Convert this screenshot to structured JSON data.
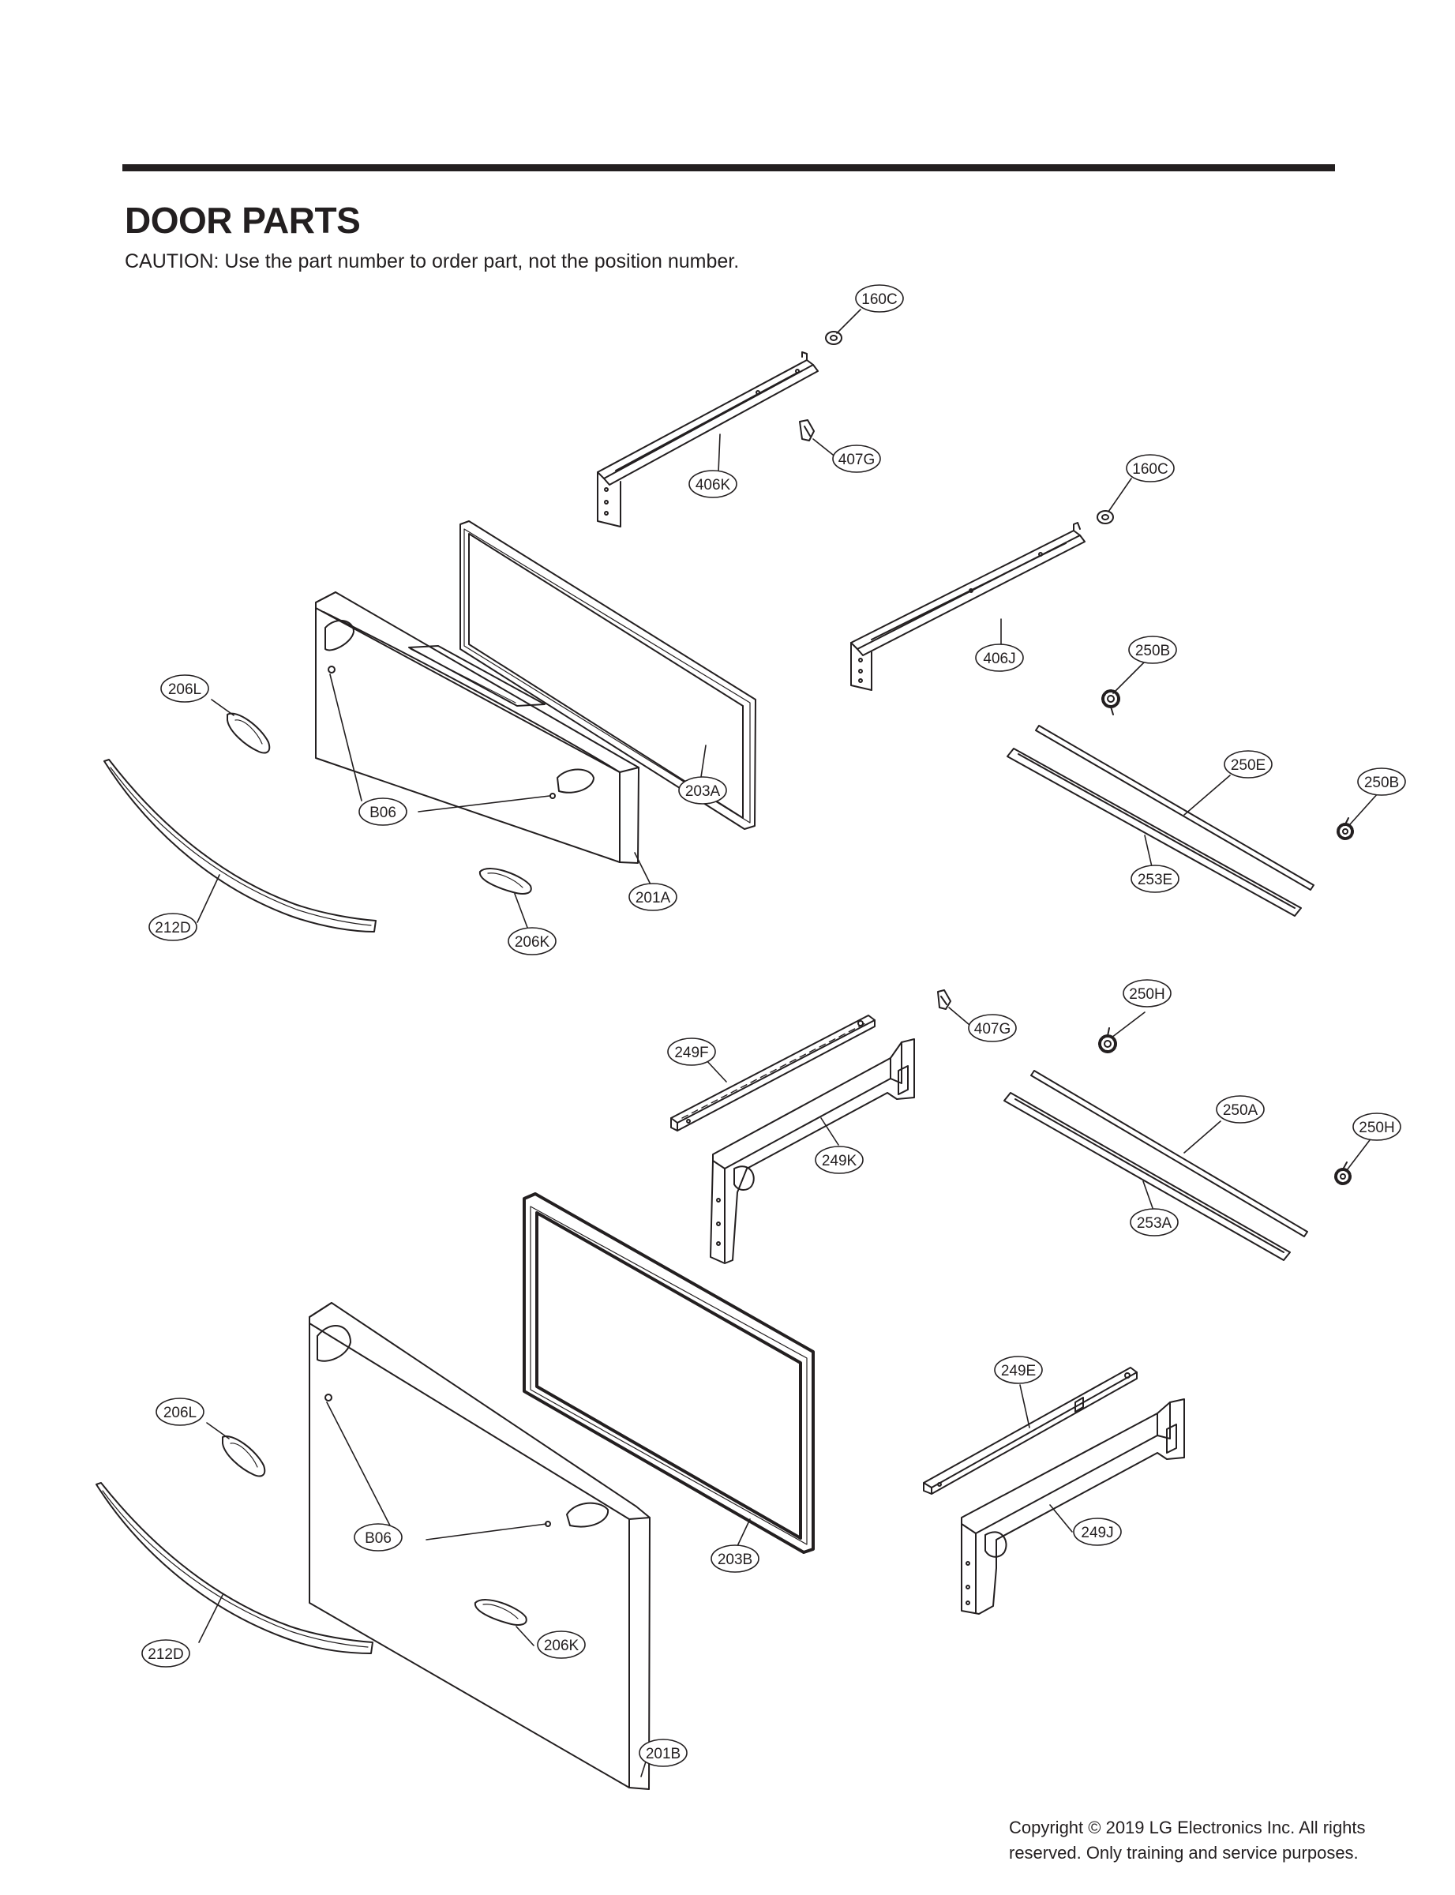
{
  "header": {
    "title": "DOOR PARTS",
    "caution": "CAUTION: Use the part number to order part, not the position number."
  },
  "callouts": [
    {
      "id": "c-160c-a",
      "label": "160C"
    },
    {
      "id": "c-407g-a",
      "label": "407G"
    },
    {
      "id": "c-406k",
      "label": "406K"
    },
    {
      "id": "c-160c-b",
      "label": "160C"
    },
    {
      "id": "c-406j",
      "label": "406J"
    },
    {
      "id": "c-250b-a",
      "label": "250B"
    },
    {
      "id": "c-250e",
      "label": "250E"
    },
    {
      "id": "c-250b-b",
      "label": "250B"
    },
    {
      "id": "c-253e",
      "label": "253E"
    },
    {
      "id": "c-206l-a",
      "label": "206L"
    },
    {
      "id": "c-b06-a",
      "label": "B06"
    },
    {
      "id": "c-203a",
      "label": "203A"
    },
    {
      "id": "c-201a",
      "label": "201A"
    },
    {
      "id": "c-212d-a",
      "label": "212D"
    },
    {
      "id": "c-206k-a",
      "label": "206K"
    },
    {
      "id": "c-407g-b",
      "label": "407G"
    },
    {
      "id": "c-250h-a",
      "label": "250H"
    },
    {
      "id": "c-249f",
      "label": "249F"
    },
    {
      "id": "c-249k",
      "label": "249K"
    },
    {
      "id": "c-250a",
      "label": "250A"
    },
    {
      "id": "c-250h-b",
      "label": "250H"
    },
    {
      "id": "c-253a",
      "label": "253A"
    },
    {
      "id": "c-249e",
      "label": "249E"
    },
    {
      "id": "c-206l-b",
      "label": "206L"
    },
    {
      "id": "c-b06-b",
      "label": "B06"
    },
    {
      "id": "c-203b",
      "label": "203B"
    },
    {
      "id": "c-249j",
      "label": "249J"
    },
    {
      "id": "c-212d-b",
      "label": "212D"
    },
    {
      "id": "c-206k-b",
      "label": "206K"
    },
    {
      "id": "c-201b",
      "label": "201B"
    }
  ],
  "footer": {
    "copyright_line1": "Copyright © 2019  LG Electronics Inc. All rights",
    "copyright_line2": "reserved. Only training and service purposes."
  }
}
